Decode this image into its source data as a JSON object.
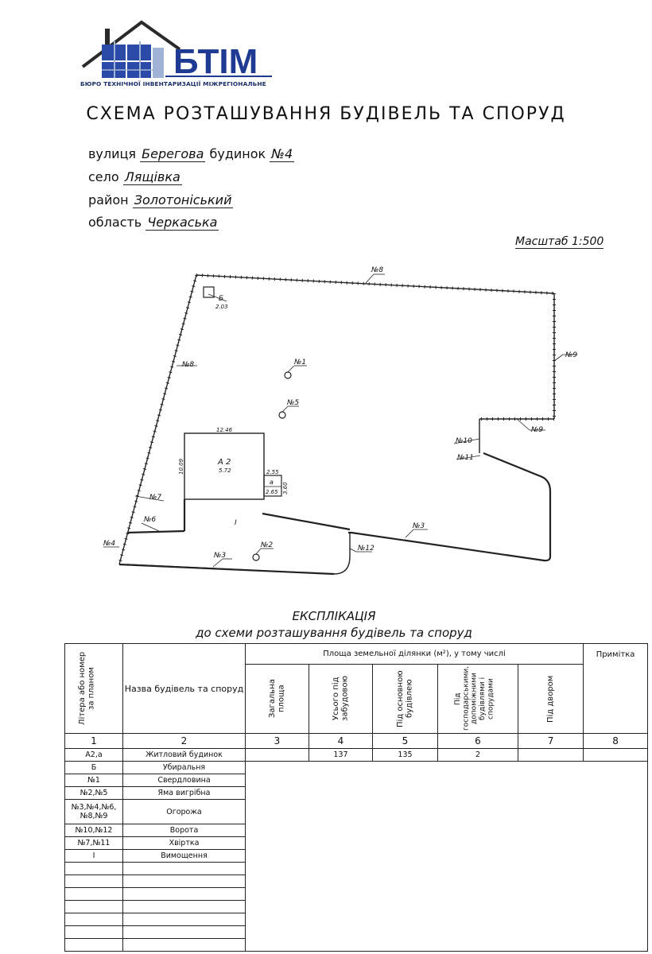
{
  "logo": {
    "text": "БТІМ",
    "caption": "БЮРО ТЕХНІЧНОЇ ІНВЕНТАРИЗАЦІЇ МІЖРЕГІОНАЛЬНЕ",
    "brand_color": "#1f3a93",
    "icon": "house-logo-icon"
  },
  "title": "СХЕМА РОЗТАШУВАННЯ БУДІВЕЛЬ ТА СПОРУД",
  "address": {
    "street_label": "вулиця",
    "street": "Берегова",
    "house_label": "будинок",
    "house": "№4",
    "village_label": "село",
    "village": "Лящівка",
    "district_label": "район",
    "district": "Золотоніський",
    "region_label": "область",
    "region": "Черкаська"
  },
  "scale": "Масштаб 1:500",
  "plan": {
    "labels": {
      "fence_top": "№8",
      "fence_left": "№8",
      "fence_right": "№9",
      "fence_right_lower": "№9",
      "gate_10": "№10",
      "wicket_11": "№11",
      "fence_3_right": "№3",
      "fence_3_bottom": "№3",
      "gate_12": "№12",
      "fence_4": "№4",
      "fence_6": "№6",
      "wicket_7": "№7",
      "well_1": "№1",
      "pit_5": "№5",
      "pit_2": "№2",
      "toilet": "Б",
      "toilet_dim": "2.03",
      "house": "А 2",
      "house_height": "5.72",
      "house_width": "12.46",
      "house_depth": "10.09",
      "annex": "а",
      "annex_w": "2.55",
      "annex_h": "2.65",
      "annex_d": "3.60",
      "paving": "І"
    }
  },
  "explication": {
    "title": "ЕКСПЛІКАЦІЯ",
    "subtitle": "до схеми розташування будівель та споруд",
    "headers": {
      "col1": "Літера або номер за планом",
      "col2": "Назва будівель та споруд",
      "area_group": "Площа земельної ділянки (м²), у тому числі",
      "col3": "Загальна площа",
      "col4": "Усього під забудовою",
      "col5": "Під основною будівлею",
      "col6": "Під господарськими, допоміжними будівлями і спорудами",
      "col7": "Під двором",
      "col8": "Примітка"
    },
    "col_numbers": [
      "1",
      "2",
      "3",
      "4",
      "5",
      "6",
      "7",
      "8"
    ],
    "rows": [
      {
        "mark": "А2,а",
        "name": "Житловий будинок",
        "total": "",
        "built": "137",
        "main": "135",
        "aux": "2",
        "yard": "",
        "note": ""
      },
      {
        "mark": "Б",
        "name": "Убиральня"
      },
      {
        "mark": "№1",
        "name": "Свердловина"
      },
      {
        "mark": "№2,№5",
        "name": "Яма вигрібна"
      },
      {
        "mark": "№3,№4,№6, №8,№9",
        "name": "Огорожа"
      },
      {
        "mark": "№10,№12",
        "name": "Ворота"
      },
      {
        "mark": "№7,№11",
        "name": "Хвіртка"
      },
      {
        "mark": "І",
        "name": "Вимощення"
      }
    ]
  }
}
